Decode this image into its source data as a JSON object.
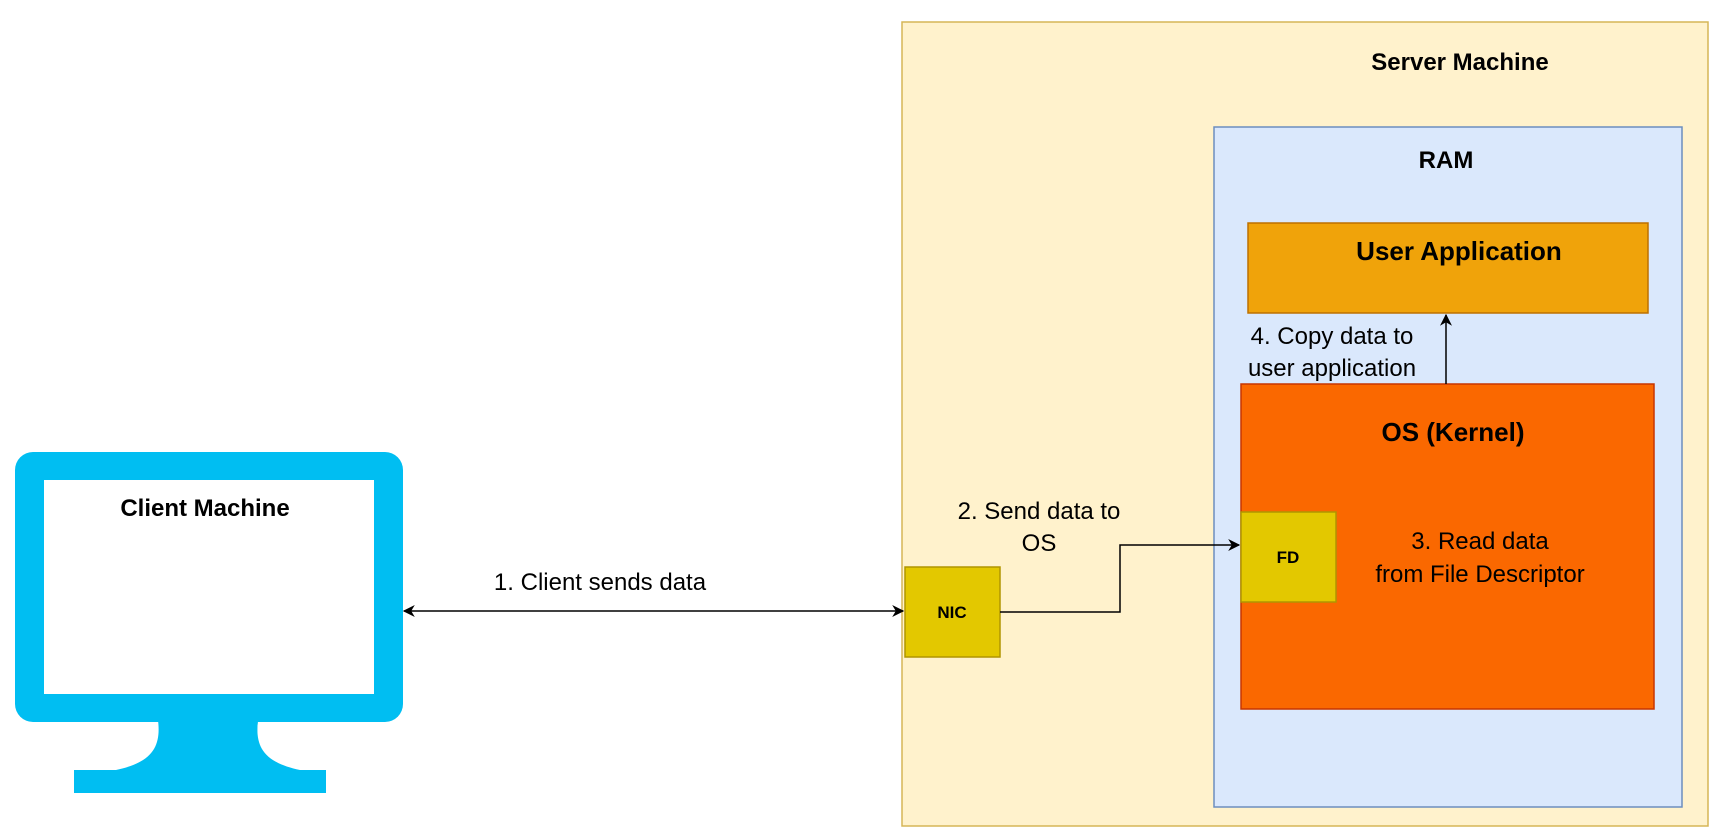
{
  "nodes": {
    "client_machine": {
      "label": "Client Machine",
      "color": "#00BEF2"
    },
    "server_machine": {
      "label": "Server Machine",
      "fill": "#FFF2CC",
      "stroke": "#D6B656"
    },
    "ram": {
      "label": "RAM",
      "fill": "#DAE8FC",
      "stroke": "#6C8EBF"
    },
    "user_application": {
      "label": "User Application",
      "fill": "#F0A30A",
      "stroke": "#BD7000"
    },
    "os_kernel": {
      "label": "OS (Kernel)",
      "fill": "#FA6800",
      "stroke": "#C73500"
    },
    "nic": {
      "label": "NIC",
      "fill": "#E3C800",
      "stroke": "#B09500"
    },
    "fd": {
      "label": "FD",
      "fill": "#E3C800",
      "stroke": "#B09500"
    }
  },
  "edges": {
    "client_to_nic": {
      "label": "1. Client sends data"
    },
    "nic_to_fd": {
      "label_line1": "2. Send data to",
      "label_line2": "OS"
    },
    "kernel_note": {
      "line1": "3. Read data",
      "line2": "from File Descriptor"
    },
    "kernel_to_app": {
      "label_line1": "4. Copy data to",
      "label_line2": "user application"
    }
  }
}
